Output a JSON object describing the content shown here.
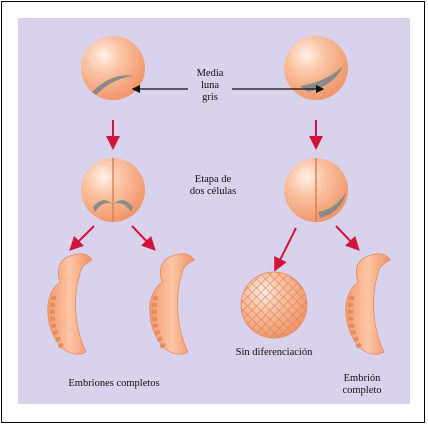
{
  "labels": {
    "gray_crescent": "Media\nluna\ngris",
    "two_cell_stage": "Etapa de\ndos células",
    "complete_embryos": "Embriones completos",
    "no_differentiation": "Sin diferenciación",
    "complete_embryo": "Embrión\ncompleto"
  },
  "colors": {
    "panel": "#d9d2ec",
    "cell": "#f7a77c",
    "crescent": "#8a8a8a",
    "arrow": "#d4133d",
    "embryo": "#f9b48e"
  }
}
